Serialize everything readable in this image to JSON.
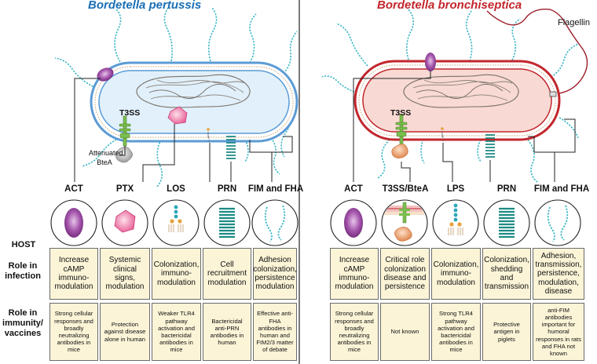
{
  "left": {
    "title": "Bordetella pertussis",
    "t3ss_label": "T3SS",
    "attenuated_label": "Attenuated",
    "btea_label": "BteA",
    "columns": [
      {
        "name": "ACT",
        "infection": "Increase cAMP immuno-modulation",
        "immunity": "Strong cellular responses and broadly neutralizing antibodies in mice"
      },
      {
        "name": "PTX",
        "infection": "Systemic clinical signs, modulation",
        "immunity": "Protection against disease alone in human"
      },
      {
        "name": "LOS",
        "infection": "Colonization, immuno-modulation",
        "immunity": "Weaker TLR4 pathway activation and bactericidal antibodies in mice"
      },
      {
        "name": "PRN",
        "infection": "Cell recruitment modulation",
        "immunity": "Bactericidal anti-PRN antibodies in human"
      },
      {
        "name": "FIM and FHA",
        "infection": "Adhesion colonization, persistence modulation",
        "immunity": "Effective anti-FHA antibodies in human and FIM2/3 matter of debate"
      }
    ]
  },
  "right": {
    "title": "Bordetella bronchiseptica",
    "t3ss_label": "T3SS",
    "flagellin_label": "Flagellin",
    "columns": [
      {
        "name": "ACT",
        "infection": "Increase cAMP immuno-modulation",
        "immunity": "Strong cellular responses and broadly neutralizing antibodies in mice"
      },
      {
        "name": "T3SS/BteA",
        "infection": "Critical role colonization disease and persistence",
        "immunity": "Not known"
      },
      {
        "name": "LPS",
        "infection": "Colonization, immuno-modulation",
        "immunity": "Strong TLR4 pathway activation and bactericidal antibodies in mice"
      },
      {
        "name": "PRN",
        "infection": "Colonization, shedding and transmission",
        "immunity": "Protective antigen in piglets"
      },
      {
        "name": "FIM and FHA",
        "infection": "Adhesion, transmission, persistence, modulation, disease",
        "immunity": "anti-FIM antibodies important for humoral responses in rats and FHA not known"
      }
    ]
  },
  "rows": {
    "host": "HOST",
    "infection": "Role in infection",
    "immunity": "Role in immunity/ vaccines"
  },
  "colors": {
    "left_title": "#1a6fb5",
    "right_title": "#c2272d",
    "left_membrane": "#5b9bd5",
    "left_cytoplasm": "#e1f0fb",
    "right_membrane": "#c2272d",
    "right_cytoplasm": "#f8d9d3",
    "act": "#8e3a96",
    "ptx": "#e85c94",
    "prn": "#1c8a83",
    "flagella": "#3bb6c4",
    "cell_fill": "#fbf4d7"
  }
}
